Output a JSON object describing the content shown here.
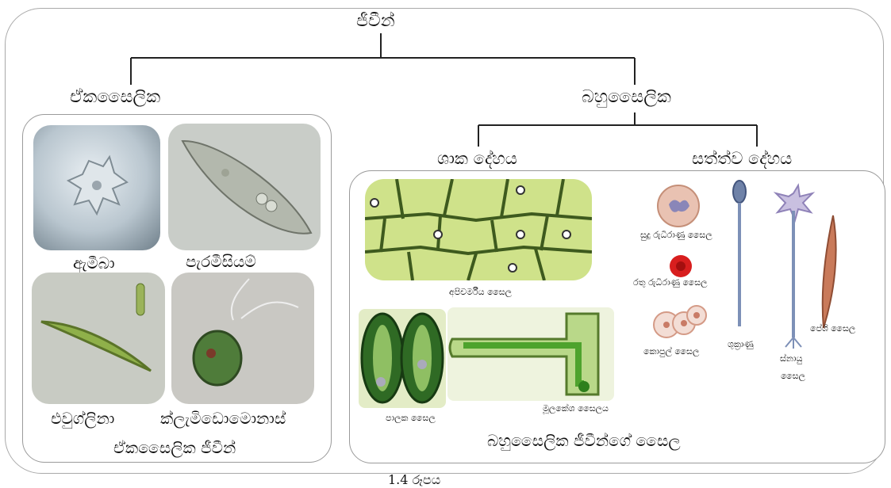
{
  "root": "ජීවීන්",
  "unicellular": "ඒකසෛලික",
  "multicellular": "බහුසෛලික",
  "plant_body": "ශාක දේහය",
  "animal_body": "සත්ත්ව දේහය",
  "unicellular_panel": {
    "items": [
      "ඇමීබා",
      "පැරමීසියම්",
      "එවුග්ලිනා",
      "ක්ලැමිඩොමොනාස්"
    ],
    "caption": "ඒකසෛලික ජීවීන්"
  },
  "multicellular_panel": {
    "plant_cells": [
      "අපිචර්මීය සෛල",
      "පාලක සෛල",
      "මූලකේශ සෛලය"
    ],
    "animal_cells": [
      "සුදු රුධිරාණු සෛල",
      "රතු  රුධිරාණු සෛල",
      "කොපුල් සෛල",
      "ශුක්‍රාණු",
      "ස්නායු",
      "සෛල",
      "පේශි සෛල"
    ],
    "caption": "බහුසෛලික ජීවීන්ගේ සෛල"
  },
  "figure_number": "1.4 රූපය"
}
